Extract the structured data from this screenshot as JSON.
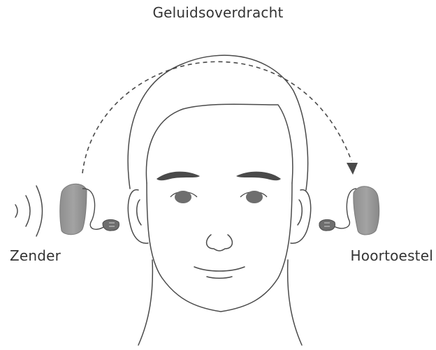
{
  "labels": {
    "transfer": "Geluidsoverdracht",
    "sender": "Zender",
    "receiver": "Hoortoestel"
  },
  "colors": {
    "line": "#4a4a4a",
    "device": "#9c9c9c",
    "device_dark": "#6e6e6e",
    "text": "#333333"
  },
  "icons": {
    "sound_waves": "sound-waves-icon",
    "arrow": "arrow-head-icon"
  }
}
